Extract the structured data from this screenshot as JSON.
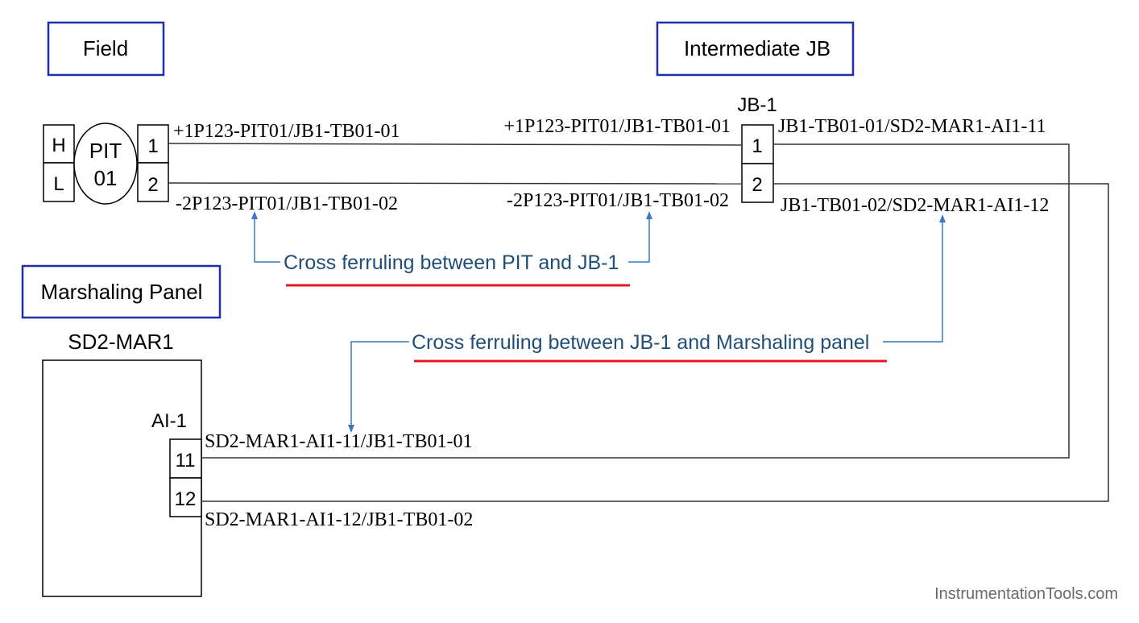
{
  "sections": {
    "field": "Field",
    "intermediate_jb": "Intermediate JB",
    "marshaling_panel": "Marshaling Panel"
  },
  "field_device": {
    "tag_line1": "PIT",
    "tag_line2": "01",
    "high": "H",
    "low": "L",
    "terminal_1": "1",
    "terminal_2": "2"
  },
  "junction_box": {
    "name": "JB-1",
    "terminal_1": "1",
    "terminal_2": "2"
  },
  "panel": {
    "name": "SD2-MAR1",
    "card": "AI-1",
    "terminal_11": "11",
    "terminal_12": "12"
  },
  "ferrules": {
    "field_plus": "+1P123-PIT01/JB1-TB01-01",
    "field_minus": "-2P123-PIT01/JB1-TB01-02",
    "jb_in_plus": "+1P123-PIT01/JB1-TB01-01",
    "jb_in_minus": "-2P123-PIT01/JB1-TB01-02",
    "jb_out_1": "JB1-TB01-01/SD2-MAR1-AI1-11",
    "jb_out_2": "JB1-TB01-02/SD2-MAR1-AI1-12",
    "panel_11": "SD2-MAR1-AI1-11/JB1-TB01-01",
    "panel_12": "SD2-MAR1-AI1-12/JB1-TB01-02"
  },
  "annotations": {
    "pit_jb": "Cross ferruling between PIT and JB-1",
    "jb_panel": "Cross ferruling between JB-1 and Marshaling panel"
  },
  "watermark": "InstrumentationTools.com",
  "colors": {
    "box_border": "#1f2fa8",
    "annotation_text": "#1f4e79",
    "annotation_arrow": "#3a78c2",
    "underline": "#e01b24",
    "wire": "#333333",
    "watermark": "#6a6a6a"
  }
}
